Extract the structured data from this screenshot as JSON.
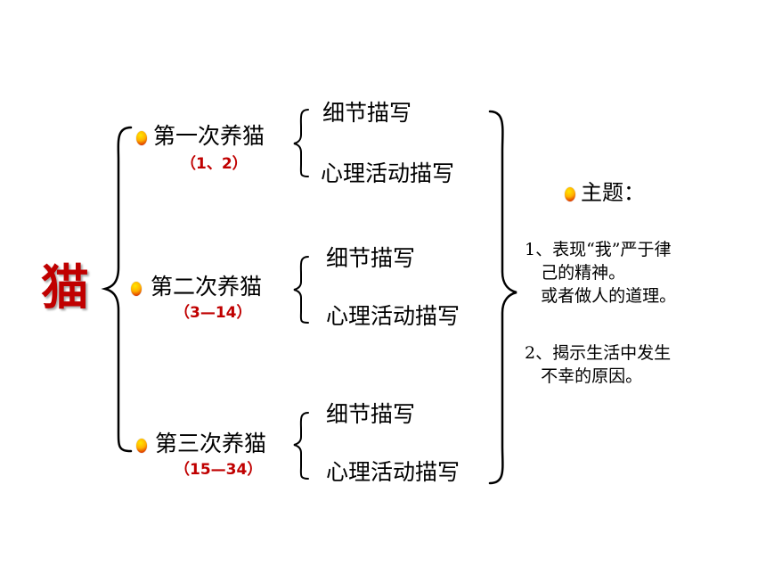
{
  "root": {
    "label": "猫",
    "color": "#c00000"
  },
  "stages": [
    {
      "title": "第一次养猫",
      "range": "（1、2）",
      "items": [
        "细节描写",
        "心理活动描写"
      ]
    },
    {
      "title": "第二次养猫",
      "range": "（3—14）",
      "items": [
        "细节描写",
        "心理活动描写"
      ]
    },
    {
      "title": "第三次养猫",
      "range": "（15—34）",
      "items": [
        "细节描写",
        "心理活动描写"
      ]
    }
  ],
  "theme": {
    "label": "主题：",
    "point1": "1、表现“我”严于律\n   己的精神。\n   或者做人的道理。",
    "point2": "2、揭示生活中发生\n   不幸的原因。"
  },
  "colors": {
    "accent": "#c00000",
    "bullet": "#ffb000",
    "text": "#000000"
  },
  "icons": {
    "bullet": "orange-dot-icon"
  }
}
